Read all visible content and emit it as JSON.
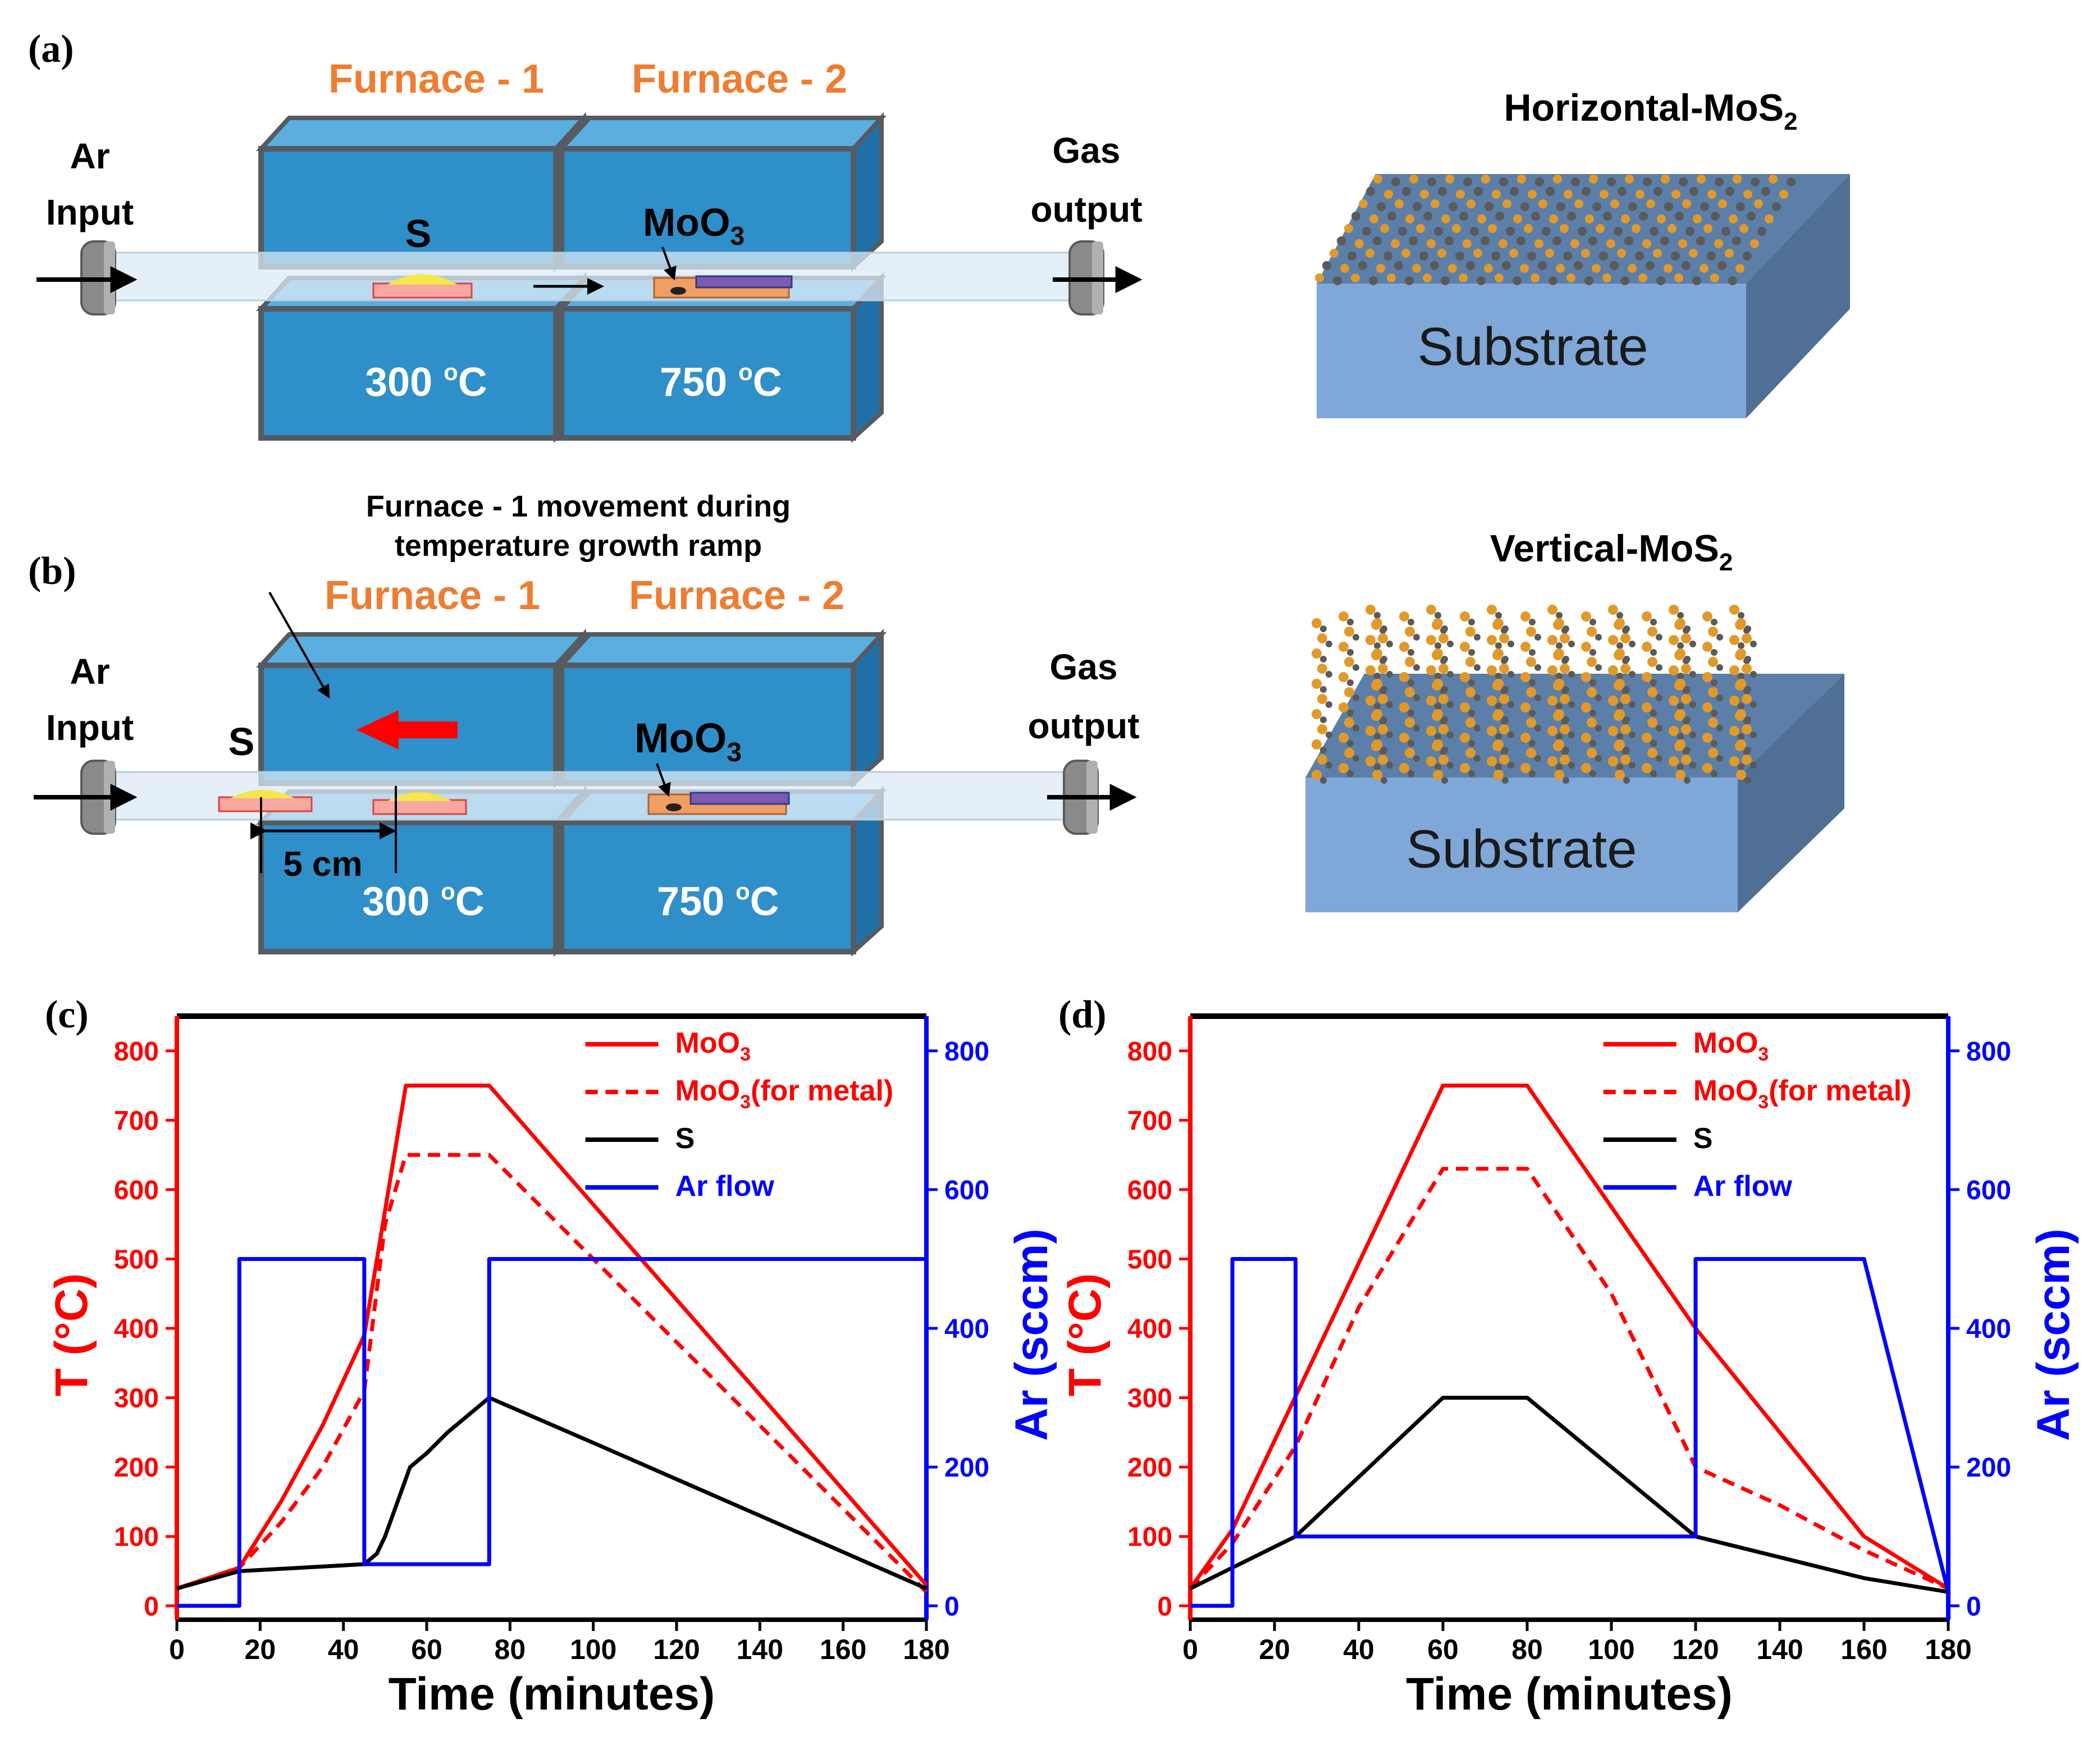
{
  "panels": {
    "a": {
      "label": "(a)",
      "furnace1": "Furnace - 1",
      "furnace2": "Furnace - 2",
      "ar_input_line1": "Ar",
      "ar_input_line2": "Input",
      "gas_output_line1": "Gas",
      "gas_output_line2": "output",
      "sulfur": "S",
      "moo3_main": "MoO",
      "moo3_sub": "3",
      "temp1_value": "300 ",
      "temp1_sup": "o",
      "temp1_unit": "C",
      "temp2_value": "750 ",
      "temp2_sup": "o",
      "temp2_unit": "C",
      "structure_title_main": "Horizontal-MoS",
      "structure_title_sub": "2",
      "substrate": "Substrate"
    },
    "b": {
      "label": "(b)",
      "note_line1": "Furnace - 1 movement during",
      "note_line2": "temperature growth ramp",
      "furnace1": "Furnace - 1",
      "furnace2": "Furnace - 2",
      "ar_input_line1": "Ar",
      "ar_input_line2": "Input",
      "gas_output_line1": "Gas",
      "gas_output_line2": "output",
      "sulfur": "S",
      "moo3_main": "MoO",
      "moo3_sub": "3",
      "distance": "5 cm",
      "temp1_value": "300 ",
      "temp1_sup": "o",
      "temp1_unit": "C",
      "temp2_value": "750 ",
      "temp2_sup": "o",
      "temp2_unit": "C",
      "structure_title_main": "Vertical-MoS",
      "structure_title_sub": "2",
      "substrate": "Substrate"
    }
  },
  "colors": {
    "furnace": "#2f8fc9",
    "furnace_top": "#5aaee0",
    "furnace_border": "#555b61",
    "furnace_label": "#ee7d31",
    "substrate_front": "#7fa8d8",
    "substrate_side": "#5b7fa8",
    "atom_mo": "#e19a2a",
    "atom_s": "#5a5a5a",
    "red": "#ff0000",
    "blue": "#0000ff",
    "black": "#000000"
  },
  "chart_data": [
    {
      "panel_label": "(c)",
      "type": "line",
      "xlabel": "Time (minutes)",
      "ylabel_left": "T (°C)",
      "ylabel_right": "Ar (sccm)",
      "xlim": [
        0,
        180
      ],
      "ylim_left": [
        -20,
        850
      ],
      "ylim_right": [
        -20,
        850
      ],
      "xticks": [
        0,
        20,
        40,
        60,
        80,
        100,
        120,
        140,
        160,
        180
      ],
      "yticks_left": [
        0,
        100,
        200,
        300,
        400,
        500,
        600,
        700,
        800
      ],
      "yticks_right": [
        0,
        200,
        400,
        600,
        800
      ],
      "legend_position": "top-right",
      "legend": [
        {
          "main": "MoO",
          "sub": "3",
          "suffix": "",
          "color": "#ff0000",
          "dash": "solid"
        },
        {
          "main": "MoO",
          "sub": "3",
          "suffix": "(for metal)",
          "color": "#ff0000",
          "dash": "dashed"
        },
        {
          "main": "S",
          "sub": "",
          "suffix": "",
          "color": "#000000",
          "dash": "solid"
        },
        {
          "main": "Ar flow",
          "sub": "",
          "suffix": "",
          "color": "#0000ff",
          "dash": "solid"
        }
      ],
      "series": [
        {
          "name": "MoO3",
          "color": "#ff0000",
          "dash": "solid",
          "axis": "left",
          "x": [
            0,
            15,
            25,
            35,
            45,
            55,
            75,
            180
          ],
          "y": [
            25,
            55,
            150,
            260,
            390,
            750,
            750,
            30
          ]
        },
        {
          "name": "MoO3(for metal)",
          "color": "#ff0000",
          "dash": "dashed",
          "axis": "left",
          "x": [
            0,
            15,
            25,
            35,
            45,
            50,
            55,
            75,
            180
          ],
          "y": [
            25,
            55,
            120,
            200,
            310,
            550,
            650,
            650,
            20
          ]
        },
        {
          "name": "S",
          "color": "#000000",
          "dash": "solid",
          "axis": "left",
          "x": [
            0,
            15,
            45,
            48,
            50,
            53,
            56,
            60,
            65,
            75,
            100,
            180
          ],
          "y": [
            25,
            50,
            60,
            75,
            100,
            150,
            200,
            220,
            250,
            300,
            235,
            25
          ]
        },
        {
          "name": "Ar flow",
          "color": "#0000ff",
          "dash": "solid",
          "axis": "right",
          "x": [
            0,
            15,
            15,
            45,
            45,
            75,
            75,
            180
          ],
          "y": [
            0,
            0,
            500,
            500,
            60,
            60,
            500,
            500
          ]
        }
      ]
    },
    {
      "panel_label": "(d)",
      "type": "line",
      "xlabel": "Time (minutes)",
      "ylabel_left": "T (°C)",
      "ylabel_right": "Ar (sccm)",
      "xlim": [
        0,
        180
      ],
      "ylim_left": [
        -20,
        850
      ],
      "ylim_right": [
        -20,
        850
      ],
      "xticks": [
        0,
        20,
        40,
        60,
        80,
        100,
        120,
        140,
        160,
        180
      ],
      "yticks_left": [
        0,
        100,
        200,
        300,
        400,
        500,
        600,
        700,
        800
      ],
      "yticks_right": [
        0,
        200,
        400,
        600,
        800
      ],
      "legend_position": "top-right",
      "legend": [
        {
          "main": "MoO",
          "sub": "3",
          "suffix": "",
          "color": "#ff0000",
          "dash": "solid"
        },
        {
          "main": "MoO",
          "sub": "3",
          "suffix": "(for metal)",
          "color": "#ff0000",
          "dash": "dashed"
        },
        {
          "main": "S",
          "sub": "",
          "suffix": "",
          "color": "#000000",
          "dash": "solid"
        },
        {
          "main": "Ar flow",
          "sub": "",
          "suffix": "",
          "color": "#0000ff",
          "dash": "solid"
        }
      ],
      "series": [
        {
          "name": "MoO3",
          "color": "#ff0000",
          "dash": "solid",
          "axis": "left",
          "x": [
            0,
            10,
            60,
            80,
            120,
            160,
            180
          ],
          "y": [
            25,
            110,
            750,
            750,
            400,
            100,
            25
          ]
        },
        {
          "name": "MoO3(for metal)",
          "color": "#ff0000",
          "dash": "dashed",
          "axis": "left",
          "x": [
            0,
            10,
            25,
            40,
            60,
            80,
            100,
            120,
            140,
            160,
            180
          ],
          "y": [
            25,
            90,
            230,
            430,
            630,
            630,
            450,
            200,
            145,
            80,
            25
          ]
        },
        {
          "name": "S",
          "color": "#000000",
          "dash": "solid",
          "axis": "left",
          "x": [
            0,
            25,
            60,
            80,
            120,
            160,
            180
          ],
          "y": [
            25,
            100,
            300,
            300,
            100,
            40,
            20
          ]
        },
        {
          "name": "Ar flow",
          "color": "#0000ff",
          "dash": "solid",
          "axis": "right",
          "x": [
            0,
            10,
            10,
            25,
            25,
            120,
            120,
            160,
            180
          ],
          "y": [
            0,
            0,
            500,
            500,
            100,
            100,
            500,
            500,
            20
          ]
        }
      ]
    }
  ]
}
